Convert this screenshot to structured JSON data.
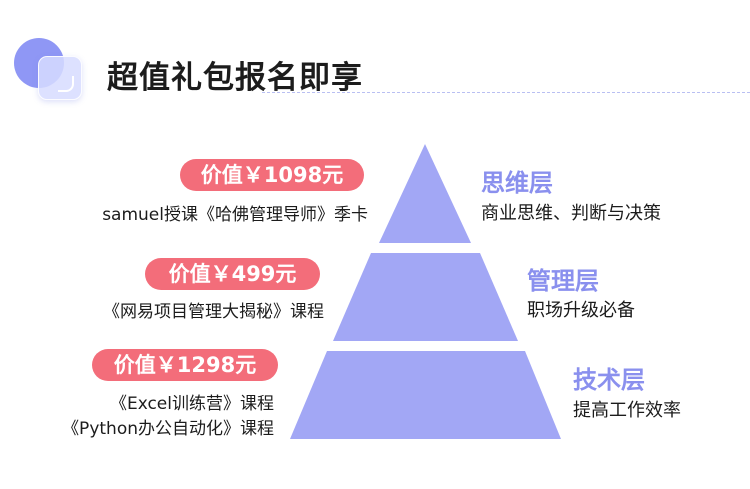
{
  "header": {
    "title": "超值礼包报名即享"
  },
  "offers": [
    {
      "price": "价值￥1098元",
      "lines": [
        "samuel授课《哈佛管理导师》季卡"
      ]
    },
    {
      "price": "价值￥499元",
      "lines": [
        "《网易项目管理大揭秘》课程"
      ]
    },
    {
      "price": "价值￥1298元",
      "lines": [
        "《Excel训练营》课程",
        "《Python办公自动化》课程"
      ]
    }
  ],
  "layers": [
    {
      "name": "思维层",
      "desc": "商业思维、判断与决策"
    },
    {
      "name": "管理层",
      "desc": "职场升级必备"
    },
    {
      "name": "技术层",
      "desc": "提高工作效率"
    }
  ],
  "colors": {
    "pyramid": "#a2a7f5",
    "badge": "#f36d7a",
    "layer_name": "#8a90ee"
  }
}
